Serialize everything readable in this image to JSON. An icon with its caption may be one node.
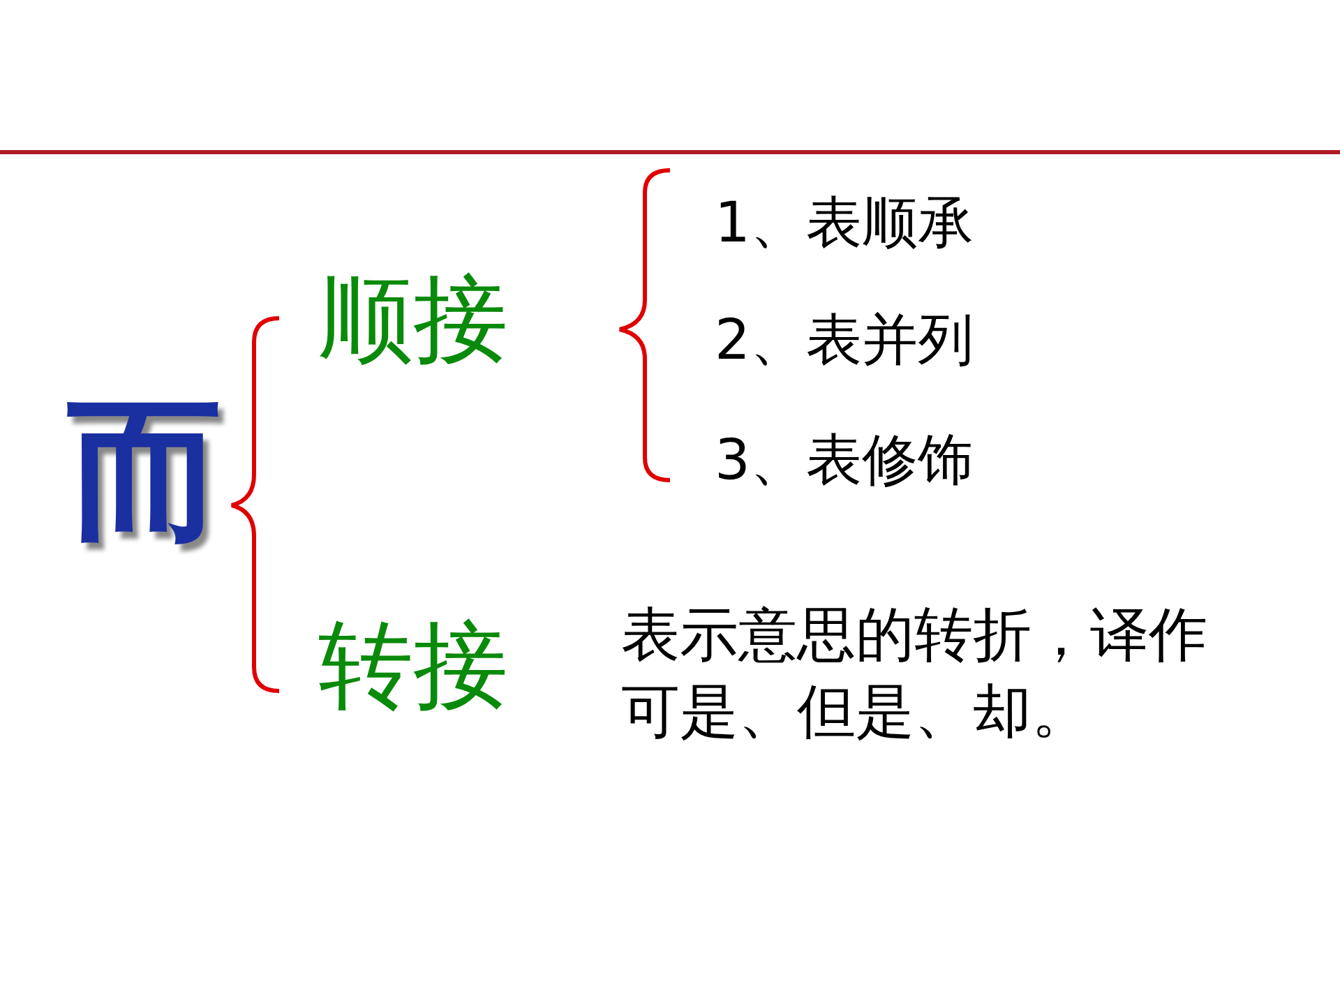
{
  "diagram": {
    "labels": [
      "而",
      "顺接",
      "1、表顺承",
      "2、表并列",
      "3、表修饰",
      "转接",
      "表示意思的转折，译作可是、但是、却。"
    ]
  }
}
